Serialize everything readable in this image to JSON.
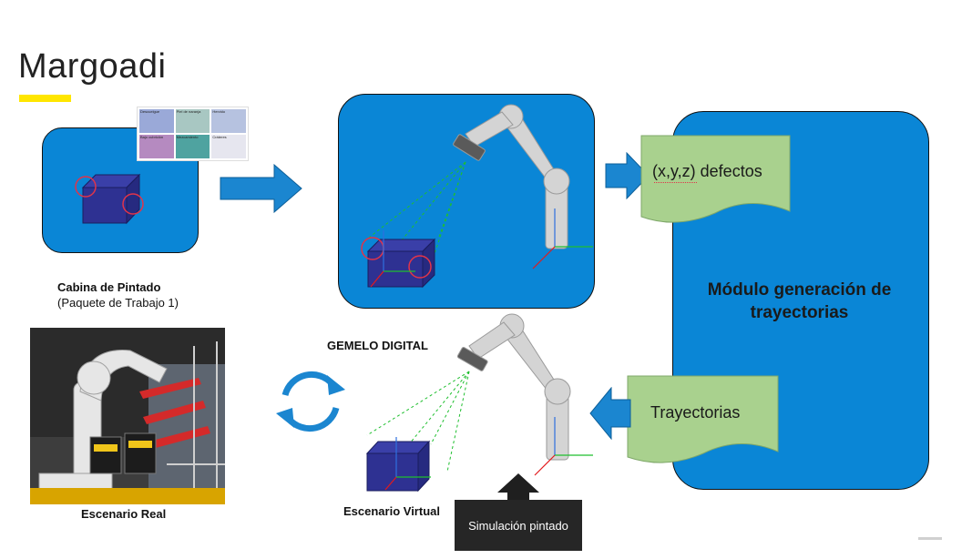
{
  "slide": {
    "title": "Margoadi",
    "accent_color": "#ffe600"
  },
  "colors": {
    "box_blue": "#0a86d6",
    "arrow_blue": "#1b86d0",
    "note_green": "#a9d18e",
    "cube_blue": "#2e3192",
    "defect_circle": "#e0344a",
    "robot_grey": "#d4d4d4",
    "axis_red": "#e31a1c",
    "axis_green": "#1fbf2f",
    "axis_blue": "#2f6fde",
    "dark_box": "#262626"
  },
  "booth": {
    "label": "Cabina de Pintado",
    "sublabel": "(Paquete de Trabajo 1)"
  },
  "defect_catalog": {
    "cells": [
      "Descuelgue",
      "Piel de naranja",
      "Hervido",
      "Bajo cubrición",
      "Mezcamiento",
      "Cráteres"
    ]
  },
  "defects_note": {
    "text": "(x,y,z) defectos"
  },
  "trajectories_note": {
    "text": "Trayectorias"
  },
  "module": {
    "text_line1": "Módulo generación de",
    "text_line2": "trayectorias"
  },
  "digital_twin": {
    "label": "GEMELO DIGITAL"
  },
  "real_scene": {
    "label": "Escenario Real"
  },
  "virtual_scene": {
    "label": "Escenario Virtual"
  },
  "simulation": {
    "label": "Simulación pintado"
  },
  "icons": {
    "sync": "sync-cycle-icon",
    "arrow": "block-arrow-icon"
  }
}
